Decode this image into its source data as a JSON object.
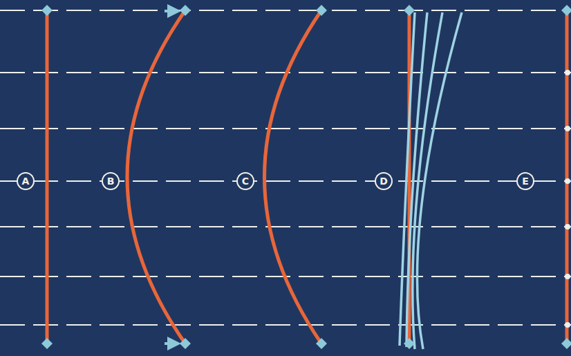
{
  "diagram": {
    "nodes": [
      {
        "text": [
          "A"
        ]
      },
      {
        "text": [
          "B"
        ]
      },
      {
        "text": [
          "C"
        ]
      },
      {
        "text": [
          "D"
        ]
      },
      {
        "text": [
          "E"
        ]
      }
    ]
  }
}
